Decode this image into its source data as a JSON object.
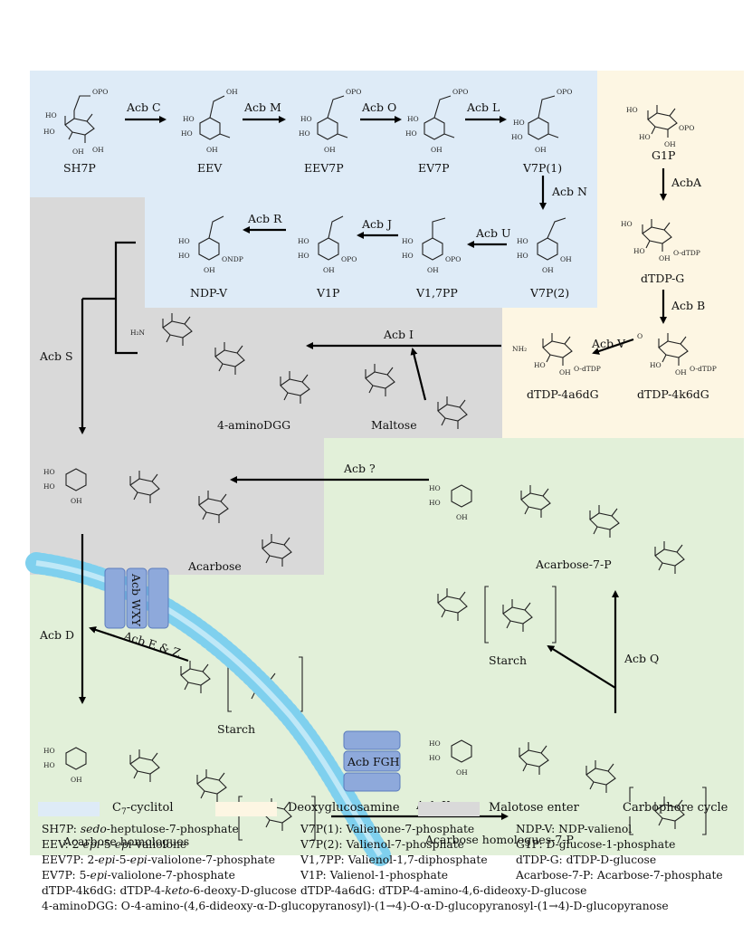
{
  "compounds": {
    "sh7p": "SH7P",
    "eev": "EEV",
    "eev7p": "EEV7P",
    "ev7p": "EV7P",
    "v7p1": "V7P(1)",
    "g1p": "G1P",
    "dtdpg": "dTDP-G",
    "dtdp4k6dg": "dTDP-4k6dG",
    "dtdp4a6dg": "dTDP-4a6dG",
    "v7p2": "V7P(2)",
    "v17pp": "V1,7PP",
    "v1p": "V1P",
    "ndpv": "NDP-V",
    "aminodgg": "4-aminoDGG",
    "maltose": "Maltose",
    "acarbose": "Acarbose",
    "acarbose7p": "Acarbose-7-P",
    "starch1": "Starch",
    "starch2": "Starch",
    "homologues": "Acarbose homologues",
    "homologues7p": "Acarbose homologues-7-P"
  },
  "enzymes": {
    "acbC": "Acb C",
    "acbM": "Acb M",
    "acbO": "Acb O",
    "acbL": "Acb L",
    "acbN": "Acb N",
    "acbA": "AcbA",
    "acbB": "Acb B",
    "acbU": "Acb U",
    "acbJ": "Acb J",
    "acbR": "Acb R",
    "acbV": "Acb V",
    "acbI": "Acb I",
    "acbS": "Acb S",
    "acbUnknown": "Acb ?",
    "acbEZ": "Acb E & Z",
    "acbD": "Acb D",
    "acbQ": "Acb Q",
    "acbK": "Acb K",
    "acbWXY": "Acb WXY",
    "acbFGH": "Acb FGH"
  },
  "legend": [
    {
      "label": "C",
      "sub": "7",
      "rest": "-cyclitol",
      "color": "#deebf7"
    },
    {
      "label": "Deoxyglucosamine",
      "color": "#fdf6e3"
    },
    {
      "label": "Malotose enter",
      "color": "#d9d9d9"
    },
    {
      "label": "Carbophore cycle",
      "color": "#e2f0d9"
    }
  ],
  "colors": {
    "cyclitol": "#deebf7",
    "deoxy": "#fdf6e3",
    "maltose": "#d9d9d9",
    "carbophore": "#e2f0d9",
    "membrane": "#7fd0ee",
    "protein": "#8ea9db"
  },
  "abbreviations": [
    [
      "SH7P: ",
      "sedo",
      "-heptulose-7-phosphate"
    ],
    [
      "V7P(1): Valienone-7-phosphate"
    ],
    [
      "NDP-V: NDP-valienol"
    ],
    [
      "EEV: 2-",
      "epi",
      "-5-",
      "epi",
      "-valiolone"
    ],
    [
      "V7P(2): Valienol-7-phosphate"
    ],
    [
      "G1P: D-glucose-1-phosphate"
    ],
    [
      "EEV7P: 2-",
      "epi",
      "-5-",
      "epi",
      "-valiolone-7-phosphate"
    ],
    [
      "V1,7PP: Valienol-1,7-diphosphate"
    ],
    [
      "dTDP-G: dTDP-D-glucose"
    ],
    [
      "EV7P: 5-",
      "epi",
      "-valiolone-7-phosphate"
    ],
    [
      "V1P: Valienol-1-phosphate"
    ],
    [
      "Acarbose-7-P: Acarbose-7-phosphate"
    ],
    [
      "dTDP-4k6dG: dTDP-4-",
      "keto",
      "-6-deoxy-D-glucose"
    ],
    [
      "dTDP-4a6dG: dTDP-4-amino-4,6-dideoxy-D-glucose"
    ],
    [
      "4-aminoDGG: O-4-amino-(4,6-dideoxy-α-D-glucopyranosyl)-(1→4)-O-α-D-glucopyranosyl-(1→4)-D-glucopyranose"
    ]
  ]
}
